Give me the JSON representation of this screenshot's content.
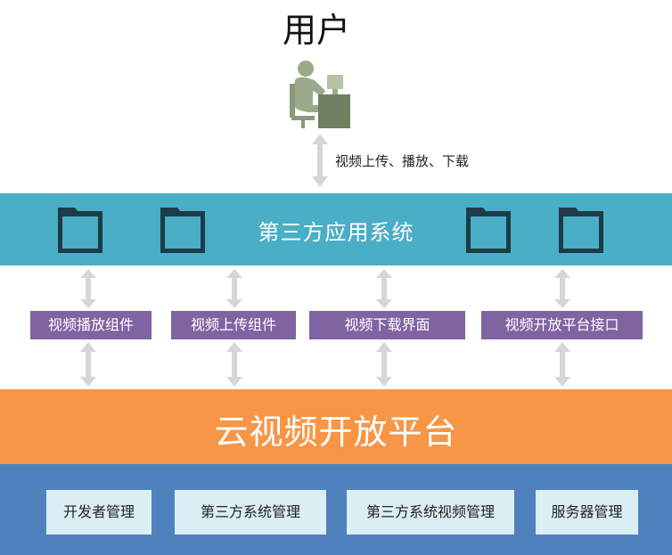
{
  "user": {
    "title": "用户",
    "icon": "user-at-computer-icon",
    "action_label": "视频上传、播放、下载"
  },
  "app_layer": {
    "title": "第三方应用系统",
    "folder_icon": "folder-icon",
    "color": "#4aaec6"
  },
  "components": [
    {
      "label": "视频播放组件"
    },
    {
      "label": "视频上传组件"
    },
    {
      "label": "视频下载界面"
    },
    {
      "label": "视频开放平台接口"
    }
  ],
  "component_color": "#8064a2",
  "platform": {
    "title": "云视频开放平台",
    "color": "#f79646"
  },
  "management": {
    "color": "#4f81bd",
    "items": [
      {
        "label": "开发者管理"
      },
      {
        "label": "第三方系统管理"
      },
      {
        "label": "第三方系统视频管理"
      },
      {
        "label": "服务器管理"
      }
    ]
  }
}
